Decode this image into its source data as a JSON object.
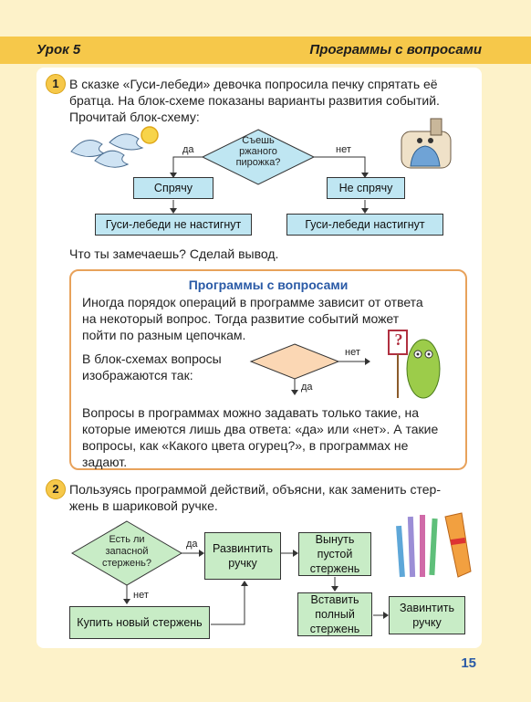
{
  "header": {
    "lesson": "Урок 5",
    "topic": "Программы с вопросами"
  },
  "task1": {
    "number": "1",
    "text_lines": [
      "В сказке «Гуси-лебеди» девочка попросила печку спрятать её",
      "братца. На блок-схеме показаны варианты развития событий.",
      "Прочитай блок-схему:"
    ],
    "question": [
      "Съешь",
      "ржаного",
      "пирожка?"
    ],
    "yes_label": "да",
    "no_label": "нет",
    "box_hide": "Спрячу",
    "box_not_hide": "Не спрячу",
    "result_yes": "Гуси-лебеди не настигнут",
    "result_no": "Гуси-лебеди настигнут",
    "conclusion": "Что ты замечаешь? Сделай вывод."
  },
  "info": {
    "title": "Программы с вопросами",
    "para1": [
      "Иногда порядок операций в программе зависит от ответа",
      "на некоторый вопрос. Тогда развитие событий может",
      "пойти по разным цепочкам."
    ],
    "para2": [
      "В блок-схемах вопросы",
      "изображаются так:"
    ],
    "diamond_no": "нет",
    "diamond_yes": "да",
    "sign": "?",
    "para3": [
      "Вопросы в программах можно задавать только такие, на",
      "которые имеются лишь два ответа: «да» или «нет». А такие",
      "вопросы, как «Какого цвета огурец?», в программах не",
      "задают."
    ]
  },
  "task2": {
    "number": "2",
    "text_lines": [
      "Пользуясь программой действий, объясни, как заменить стер-",
      "жень в шариковой ручке."
    ],
    "question": [
      "Есть ли",
      "запасной",
      "стержень?"
    ],
    "yes_label": "да",
    "no_label": "нет",
    "box_buy": "Купить новый стержень",
    "box_unscrew": "Развинтить ручку",
    "box_take_out": "Вынуть пустой стержень",
    "box_insert": "Вставить полный стержень",
    "box_screw": "Завинтить ручку"
  },
  "page_number": "15",
  "colors": {
    "header": "#f6c84a",
    "page": "#fdf2c9",
    "diamond_blue": "#bfe6f2",
    "diamond_green": "#c8ecc6",
    "info_border": "#e8a25b",
    "title_blue": "#2a5aa6"
  }
}
